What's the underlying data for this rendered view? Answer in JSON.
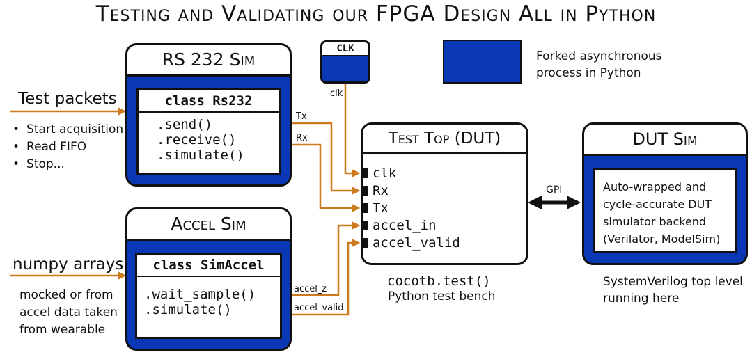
{
  "title": "Testing and Validating our FPGA Design All in Python",
  "rs232": {
    "title": "RS 232 Sim",
    "class_label": "class Rs232",
    "methods": [
      ".send()",
      ".receive()",
      ".simulate()"
    ]
  },
  "accel": {
    "title": "Accel Sim",
    "class_label": "class SimAccel",
    "methods": [
      ".wait_sample()",
      ".simulate()"
    ]
  },
  "clk_box": {
    "title": "CLK",
    "signal": "clk"
  },
  "legend": {
    "line1": "Forked asynchronous",
    "line2": "process in Python"
  },
  "test_packets": {
    "label": "Test packets",
    "items": [
      "Start acquisition",
      "Read FIFO",
      "Stop..."
    ]
  },
  "numpy": {
    "label": "numpy arrays",
    "desc": [
      "mocked or from",
      "accel data taken",
      "from wearable"
    ]
  },
  "signals": {
    "tx": "Tx",
    "rx": "Rx",
    "accel_z": "accel_z",
    "accel_valid": "accel_valid"
  },
  "dut_top": {
    "title": "Test Top (DUT)",
    "ports": [
      "clk",
      "Rx",
      "Tx",
      "accel_in",
      "accel_valid"
    ],
    "caption1": "cocotb.test()",
    "caption2": "Python test bench"
  },
  "gpi": "GPI",
  "dut_sim": {
    "title": "DUT Sim",
    "desc": [
      "Auto-wrapped and",
      "cycle-accurate DUT",
      "simulator backend",
      "(Verilator, ModelSim)"
    ],
    "caption1": "SystemVerilog top level",
    "caption2": "running here"
  },
  "colors": {
    "process_blue": "#0a37b4",
    "wire_orange": "#cc7a1e"
  }
}
